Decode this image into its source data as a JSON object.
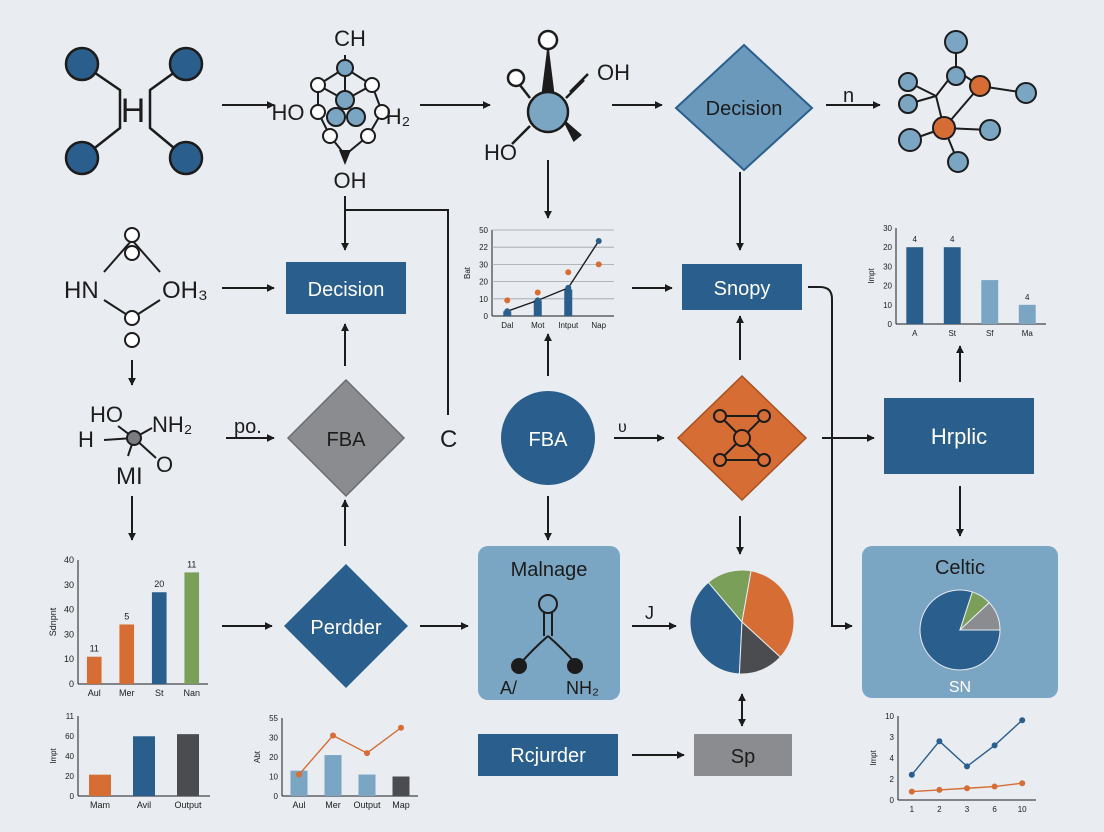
{
  "colors": {
    "navy": "#2a5f8d",
    "steel": "#7aa5c3",
    "orange": "#d56d34",
    "gray": "#8a8c8f",
    "green": "#7a9f58",
    "dark": "#4b4c50",
    "line": "#1c1c1c",
    "background": "#e9ecf1"
  },
  "molecules": {
    "m1": {
      "center": "H"
    },
    "m2": {
      "top": "CH",
      "left": "HO",
      "right": "H₂",
      "bottom": "OH"
    },
    "m3": {
      "top_right": "OH",
      "bottom_left": "HO"
    },
    "m4": {
      "left": "HN",
      "right": "OH₃"
    },
    "m5": {
      "tl": "HO",
      "tr": "NH₂",
      "left": "H",
      "bottom": "MI"
    },
    "m6": {
      "left": "A/",
      "right": "NH₂"
    }
  },
  "nodes": {
    "decision_diamond_top": "Decision",
    "decision_box": "Decision",
    "fba_diamond": "FBA",
    "fba_circle": "FBA",
    "snopy": "Snopy",
    "hrplic": "Hrplic",
    "perader": "Perdder",
    "malnage": "Malnage",
    "celtic": "Celtic",
    "celtic_sub": "SN",
    "rcjurder": "Rcjurder",
    "sp": "Sp"
  },
  "edge_labels": {
    "n": "n",
    "po": "po.",
    "c": "C",
    "u": "υ",
    "j": "J"
  },
  "chart_data": [
    {
      "id": "mid_line",
      "type": "line",
      "ylabel": "Bat",
      "yticks": [
        "0",
        "10",
        "20",
        "30",
        "22",
        "50"
      ],
      "categories": [
        "Dal",
        "Mot",
        "Intput",
        "Nap"
      ],
      "series": [
        {
          "values": [
            3,
            10,
            18,
            48
          ],
          "color": "#2a5f8d"
        },
        {
          "values": [
            10,
            15,
            28,
            33
          ],
          "color": "#d56d34"
        }
      ],
      "bars": [
        {
          "value": 3,
          "color": "#2a5f8d"
        },
        {
          "value": 10,
          "color": "#2a5f8d"
        },
        {
          "value": 17,
          "color": "#2a5f8d"
        }
      ],
      "ylim": [
        0,
        55
      ]
    },
    {
      "id": "top_right_bar",
      "type": "bar",
      "ylabel": "Impt",
      "yticks": [
        "0",
        "10",
        "20",
        "30",
        "20",
        "30"
      ],
      "categories": [
        "A",
        "St",
        "Sf",
        "Ma"
      ],
      "values": [
        28,
        28,
        16,
        7
      ],
      "data_labels": [
        "4",
        "4",
        "",
        "4"
      ],
      "colors": [
        "#2a5f8d",
        "#2a5f8d",
        "#7aa5c3",
        "#7aa5c3"
      ],
      "ylim": [
        0,
        35
      ]
    },
    {
      "id": "left_bar",
      "type": "bar",
      "ylabel": "Sdnpnt",
      "yticks": [
        "0",
        "10",
        "30",
        "40",
        "30",
        "40"
      ],
      "categories": [
        "Aul",
        "Mer",
        "St",
        "Nan"
      ],
      "values": [
        11,
        24,
        37,
        45
      ],
      "data_labels": [
        "11",
        "5",
        "20",
        "11"
      ],
      "colors": [
        "#d56d34",
        "#d56d34",
        "#2a5f8d",
        "#7a9f58"
      ],
      "ylim": [
        0,
        50
      ]
    },
    {
      "id": "bottom_left_bar",
      "type": "bar",
      "ylabel": "Impt",
      "yticks": [
        "0",
        "20",
        "40",
        "60",
        "11"
      ],
      "categories": [
        "Mam",
        "Avil",
        "Output"
      ],
      "values": [
        20,
        56,
        58
      ],
      "colors": [
        "#d56d34",
        "#2a5f8d",
        "#4b4c50"
      ],
      "ylim": [
        0,
        75
      ]
    },
    {
      "id": "bottom_mid_combo",
      "type": "bar",
      "ylabel": "Abt",
      "yticks": [
        "0",
        "10",
        "20",
        "30",
        "55"
      ],
      "categories": [
        "Aul",
        "Mer",
        "Output",
        "Map"
      ],
      "values": [
        13,
        21,
        11,
        10
      ],
      "colors": [
        "#7aa5c3",
        "#7aa5c3",
        "#7aa5c3",
        "#4b4c50"
      ],
      "series": [
        {
          "values": [
            11,
            31,
            22,
            35
          ],
          "color": "#d56d34"
        }
      ],
      "ylim": [
        0,
        40
      ]
    },
    {
      "id": "bottom_right_line",
      "type": "line",
      "ylabel": "Impt",
      "yticks": [
        "0",
        "2",
        "4",
        "3",
        "10"
      ],
      "categories": [
        "1",
        "2",
        "3",
        "6",
        "10"
      ],
      "series": [
        {
          "values": [
            3,
            7,
            4,
            6.5,
            9.5
          ],
          "color": "#2a5f8d"
        },
        {
          "values": [
            1,
            1.2,
            1.4,
            1.6,
            2
          ],
          "color": "#d56d34"
        }
      ],
      "ylim": [
        0,
        10
      ]
    },
    {
      "id": "pie_main",
      "type": "pie",
      "values": [
        38,
        14,
        34,
        14
      ],
      "colors": [
        "#2a5f8d",
        "#7a9f58",
        "#d56d34",
        "#4b4c50"
      ]
    },
    {
      "id": "pie_celtic",
      "type": "pie",
      "values": [
        80,
        8,
        12
      ],
      "colors": [
        "#2a5f8d",
        "#7a9f58",
        "#8a8c8f"
      ]
    }
  ]
}
